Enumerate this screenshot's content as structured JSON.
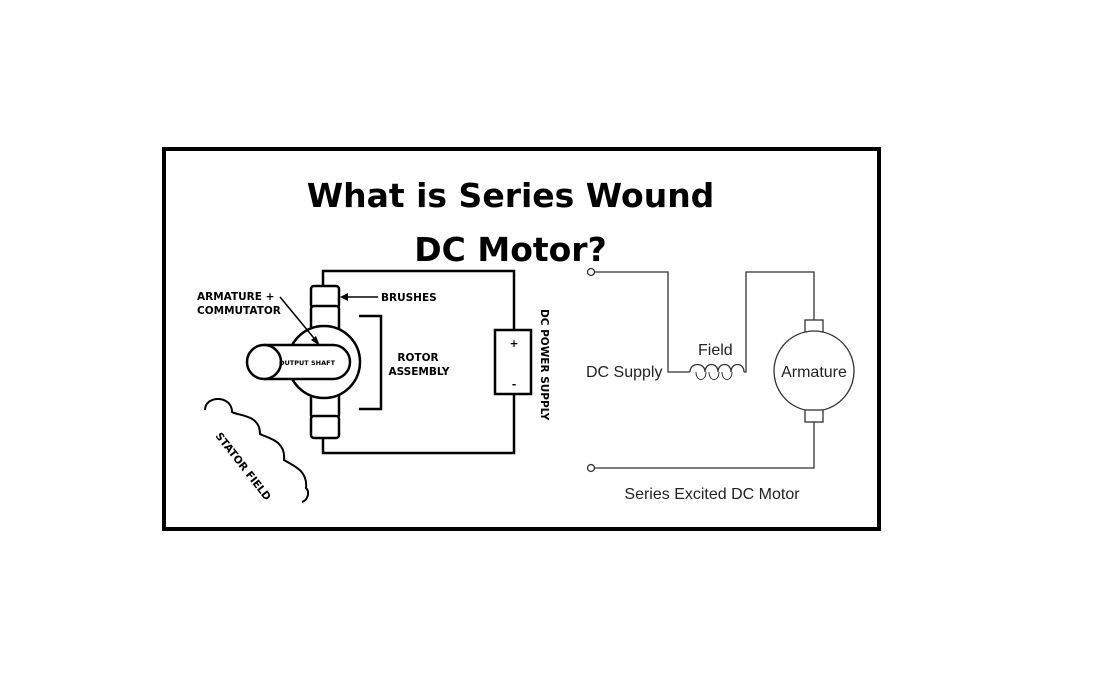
{
  "title": {
    "line1": "What is Series Wound",
    "line2": "DC Motor?"
  },
  "left_diagram": {
    "armature_commutator_line1": "ARMATURE +",
    "armature_commutator_line2": "COMMUTATOR",
    "brushes": "BRUSHES",
    "output_shaft": "OUTPUT SHAFT",
    "rotor_assembly_line1": "ROTOR",
    "rotor_assembly_line2": "ASSEMBLY",
    "dc_power_supply": "DC POWER SUPPLY",
    "plus": "+",
    "minus": "-",
    "stator_field": "STATOR FIELD"
  },
  "right_diagram": {
    "dc_supply": "DC Supply",
    "field": "Field",
    "armature": "Armature",
    "caption": "Series Excited DC Motor"
  }
}
